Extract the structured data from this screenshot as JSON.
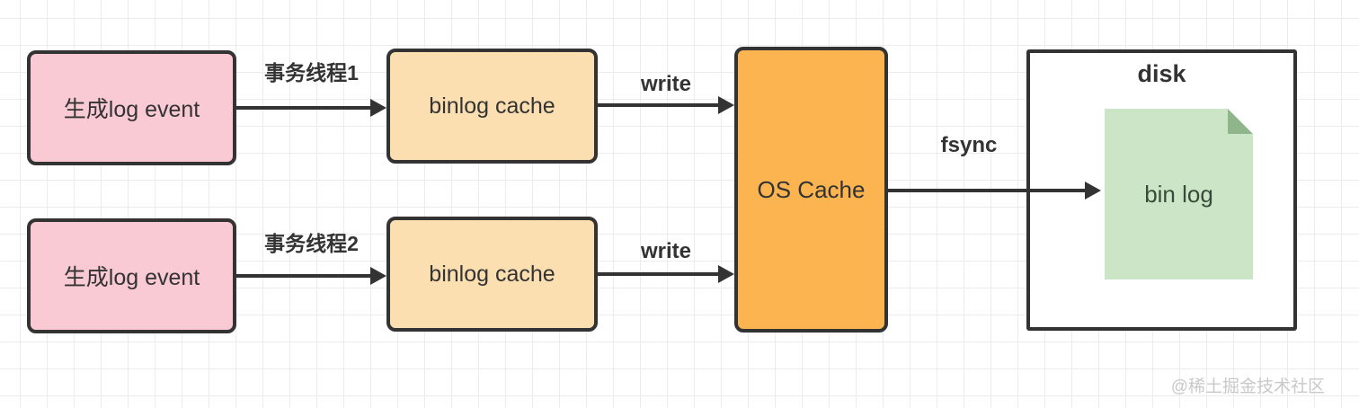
{
  "diagram": {
    "nodes": {
      "log_event_1": {
        "label": "生成log event"
      },
      "log_event_2": {
        "label": "生成log event"
      },
      "binlog_cache_1": {
        "label": "binlog cache"
      },
      "binlog_cache_2": {
        "label": "binlog cache"
      },
      "os_cache": {
        "label": "OS Cache"
      },
      "disk": {
        "title": "disk"
      },
      "binlog_file": {
        "label": "bin log"
      }
    },
    "edges": {
      "thread1": {
        "label": "事务线程1"
      },
      "thread2": {
        "label": "事务线程2"
      },
      "write1": {
        "label": "write"
      },
      "write2": {
        "label": "write"
      },
      "fsync": {
        "label": "fsync"
      }
    },
    "colors": {
      "pink": "#f9c9d4",
      "peach": "#fbdfb1",
      "orange": "#fbb450",
      "green": "#cbe5c6",
      "green_dark": "#8fb68b",
      "ink": "#333333",
      "grid": "#ececec",
      "watermark": "#c9c9c9"
    }
  },
  "watermark": {
    "text": "@稀土掘金技术社区"
  }
}
